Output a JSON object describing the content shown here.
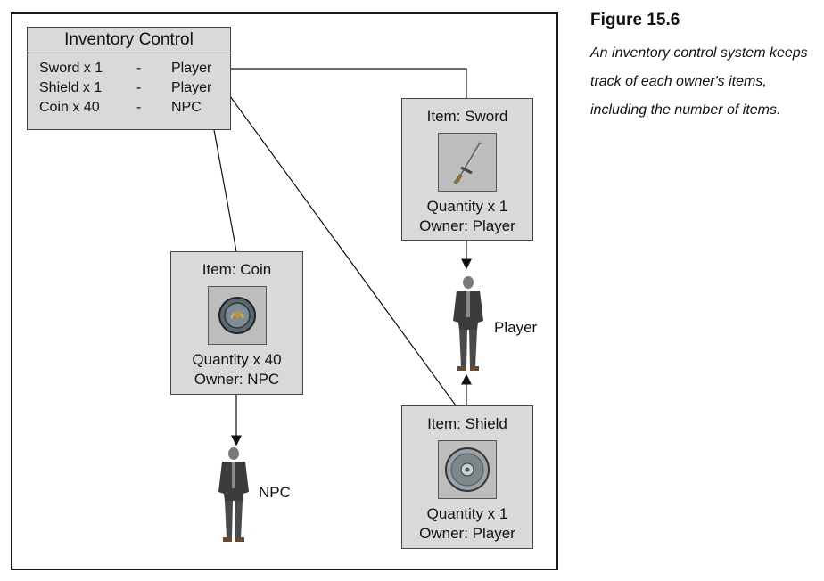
{
  "inventory": {
    "title": "Inventory Control",
    "rows": [
      {
        "item": "Sword x 1",
        "dash": "-",
        "owner": "Player"
      },
      {
        "item": "Shield x 1",
        "dash": "-",
        "owner": "Player"
      },
      {
        "item": "Coin x 40",
        "dash": "-",
        "owner": "NPC"
      }
    ]
  },
  "items": {
    "sword": {
      "title": "Item: Sword",
      "quantity": "Quantity x 1",
      "owner": "Owner: Player",
      "icon": "sword-icon"
    },
    "coin": {
      "title": "Item: Coin",
      "quantity": "Quantity x 40",
      "owner": "Owner: NPC",
      "icon": "coin-icon"
    },
    "shield": {
      "title": "Item: Shield",
      "quantity": "Quantity x 1",
      "owner": "Owner: Player",
      "icon": "shield-icon"
    }
  },
  "characters": {
    "player": "Player",
    "npc": "NPC"
  },
  "caption": {
    "figure": "Figure 15.6",
    "text": "An inventory control system keeps track of each owner's items, including the number of items."
  }
}
